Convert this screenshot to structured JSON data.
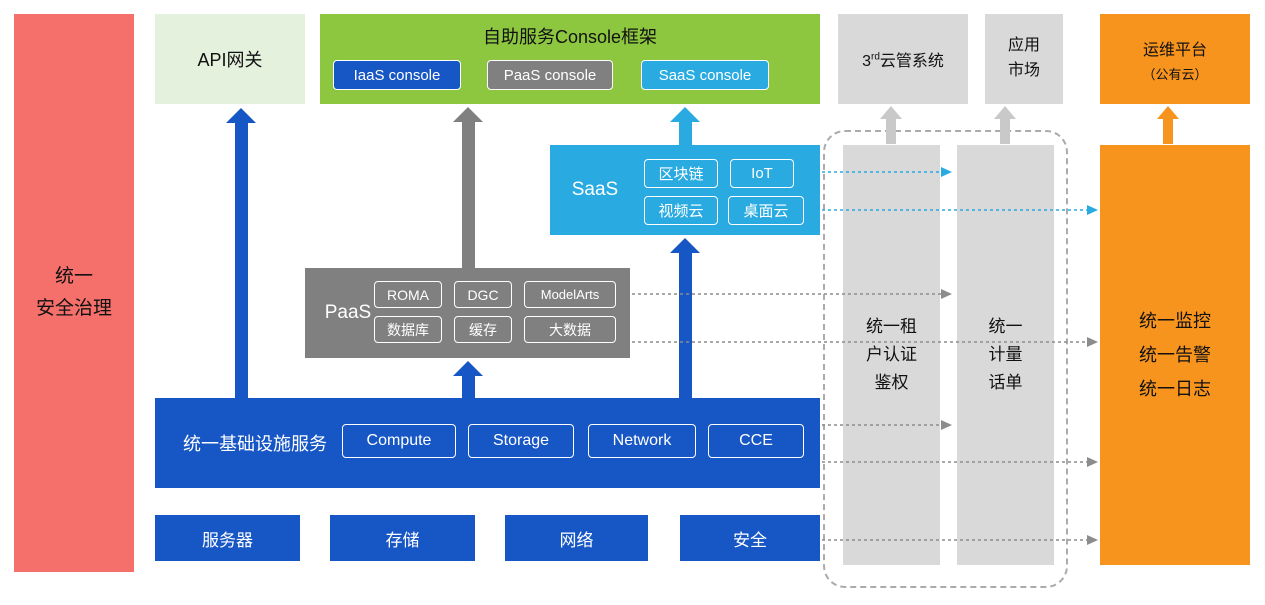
{
  "colors": {
    "red": "#F5706B",
    "light_green": "#E4F1DC",
    "green": "#8DC63F",
    "blue": "#1757C5",
    "gray": "#808080",
    "light_gray": "#D9D9D9",
    "cyan": "#29ABE2",
    "orange": "#F7941E",
    "arrow_gray": "#C9C9C9",
    "line_gray": "#8C8C8C"
  },
  "security_bar": {
    "label": "统一\n安全治理"
  },
  "api_gateway": {
    "label": "API网关"
  },
  "console_framework": {
    "title": "自助服务Console框架",
    "consoles": [
      "IaaS console",
      "PaaS console",
      "SaaS console"
    ]
  },
  "third_party_cloud": {
    "num": "3",
    "sup": "rd",
    "rest": "云管系统"
  },
  "app_market": {
    "label": "应用\n市场"
  },
  "om_platform": {
    "line1": "运维平台",
    "line2": "（公有云）"
  },
  "saas": {
    "label": "SaaS",
    "items": [
      "区块链",
      "IoT",
      "视频云",
      "桌面云"
    ]
  },
  "paas": {
    "label": "PaaS",
    "items": [
      "ROMA",
      "DGC",
      "ModelArts",
      "数据库",
      "缓存",
      "大数据"
    ]
  },
  "infrastructure": {
    "label": "统一基础设施服务",
    "items": [
      "Compute",
      "Storage",
      "Network",
      "CCE"
    ]
  },
  "hardware": [
    "服务器",
    "存储",
    "网络",
    "安全"
  ],
  "tenant_auth_bar": {
    "label": "统一租\n户认证\n鉴权"
  },
  "metering_bar": {
    "label": "统一\n计量\n话单"
  },
  "monitoring_bar": {
    "label": "统一监控\n统一告警\n统一日志"
  }
}
